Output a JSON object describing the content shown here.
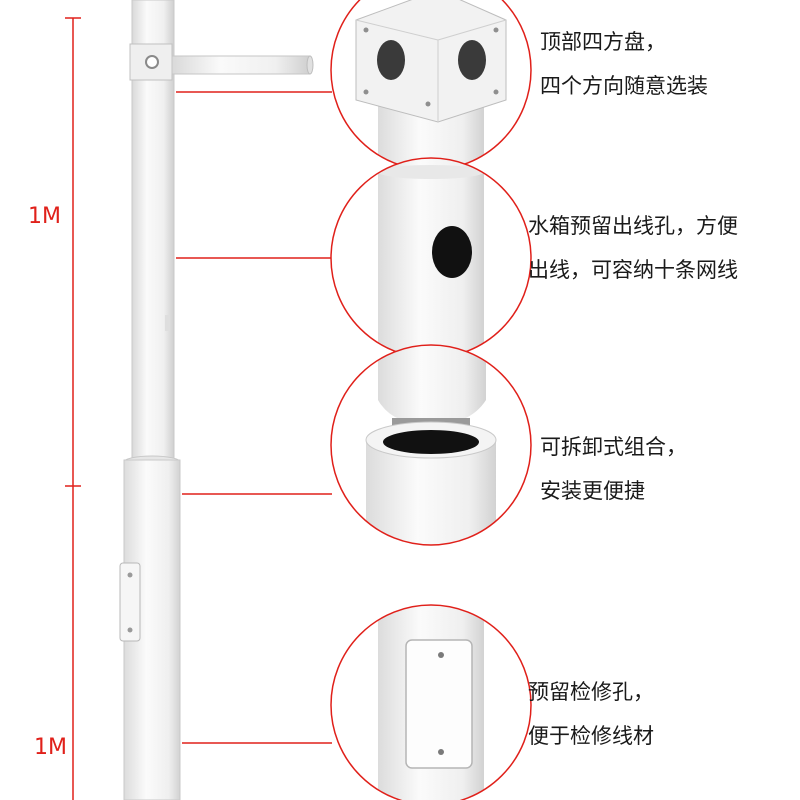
{
  "dimensions": {
    "upper_label": "1M",
    "lower_label": "1M"
  },
  "features": [
    {
      "line1": "顶部四方盘，",
      "line2": "四个方向随意选装"
    },
    {
      "line1": "水箱预留出线孔，方便",
      "line2": "出线，可容纳十条网线"
    },
    {
      "line1": "可拆卸式组合，",
      "line2": "安装更便捷"
    },
    {
      "line1": "预留检修孔，",
      "line2": "便于检修线材"
    }
  ],
  "colors": {
    "accent_red": "#e0201a",
    "pole_white": "#f4f4f4",
    "text": "#1a1a1a"
  }
}
